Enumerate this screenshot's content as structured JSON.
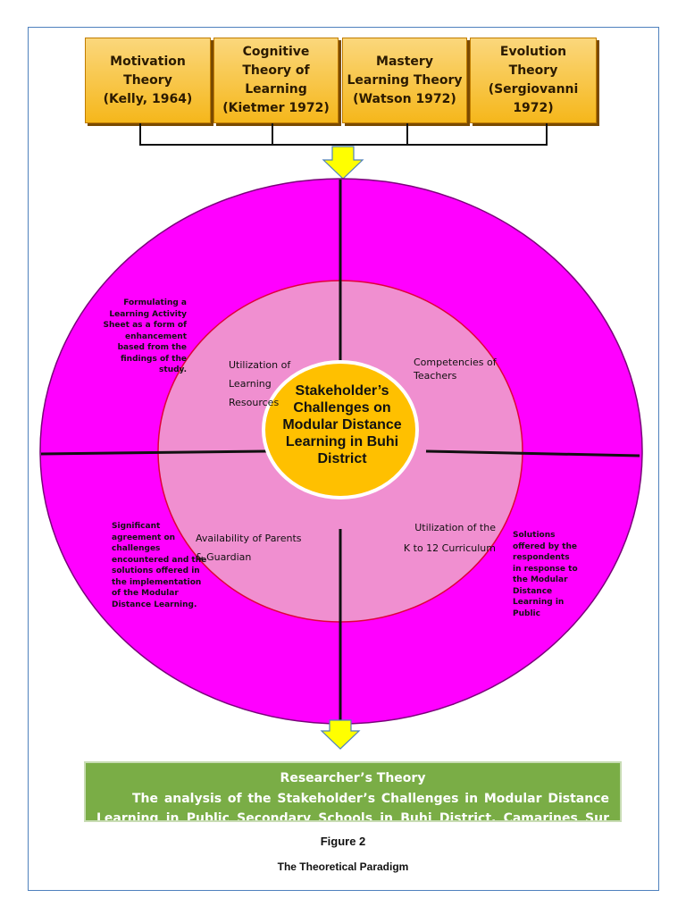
{
  "theories": [
    {
      "label": "Motivation\nTheory\n(Kelly, 1964)"
    },
    {
      "label": "Cognitive\nTheory of\nLearning\n(Kietmer 1972)"
    },
    {
      "label": "Mastery\nLearning Theory\n(Watson 1972)"
    },
    {
      "label": "Evolution\nTheory\n(Sergiovanni\n1972)"
    }
  ],
  "center": {
    "title": "Stakeholder’s Challenges on Modular Distance Learning in Buhi District"
  },
  "inner_labels": {
    "top_left": "Utilization of\nLearning\nResources",
    "top_right": "Competencies of\nTeachers",
    "bottom_left": "Availability of Parents\n& Guardian",
    "bottom_right": "Utilization of the\nK to 12 Curriculum"
  },
  "outer_labels": {
    "top_left": "Formulating a\nLearning Activity\nSheet as a form of\nenhancement\nbased from the\nfindings of the\nstudy.",
    "bottom_left": "Significant\nagreement on\nchallenges\nencountered and the\nsolutions offered in\nthe implementation\nof the Modular\nDistance Learning.",
    "bottom_right": "Solutions\noffered by the\nrespondents\nin response to\nthe Modular\nDistance\nLearning in\nPublic"
  },
  "researcher": {
    "title": "Researcher’s Theory",
    "body": "The analysis of the Stakeholder’s Challenges in Modular Distance Learning in Public Secondary Schools in Buhi District, Camarines Sur Division."
  },
  "caption": {
    "figure": "Figure 2",
    "subtitle": "The Theoretical Paradigm"
  },
  "colors": {
    "outer_ring": "#ff00ff",
    "inner_ring": "#f08fd0",
    "center": "#ffc000",
    "theory_box": "#f8c33e",
    "arrow": "#ffff00",
    "researcher_box": "#7aad46"
  }
}
